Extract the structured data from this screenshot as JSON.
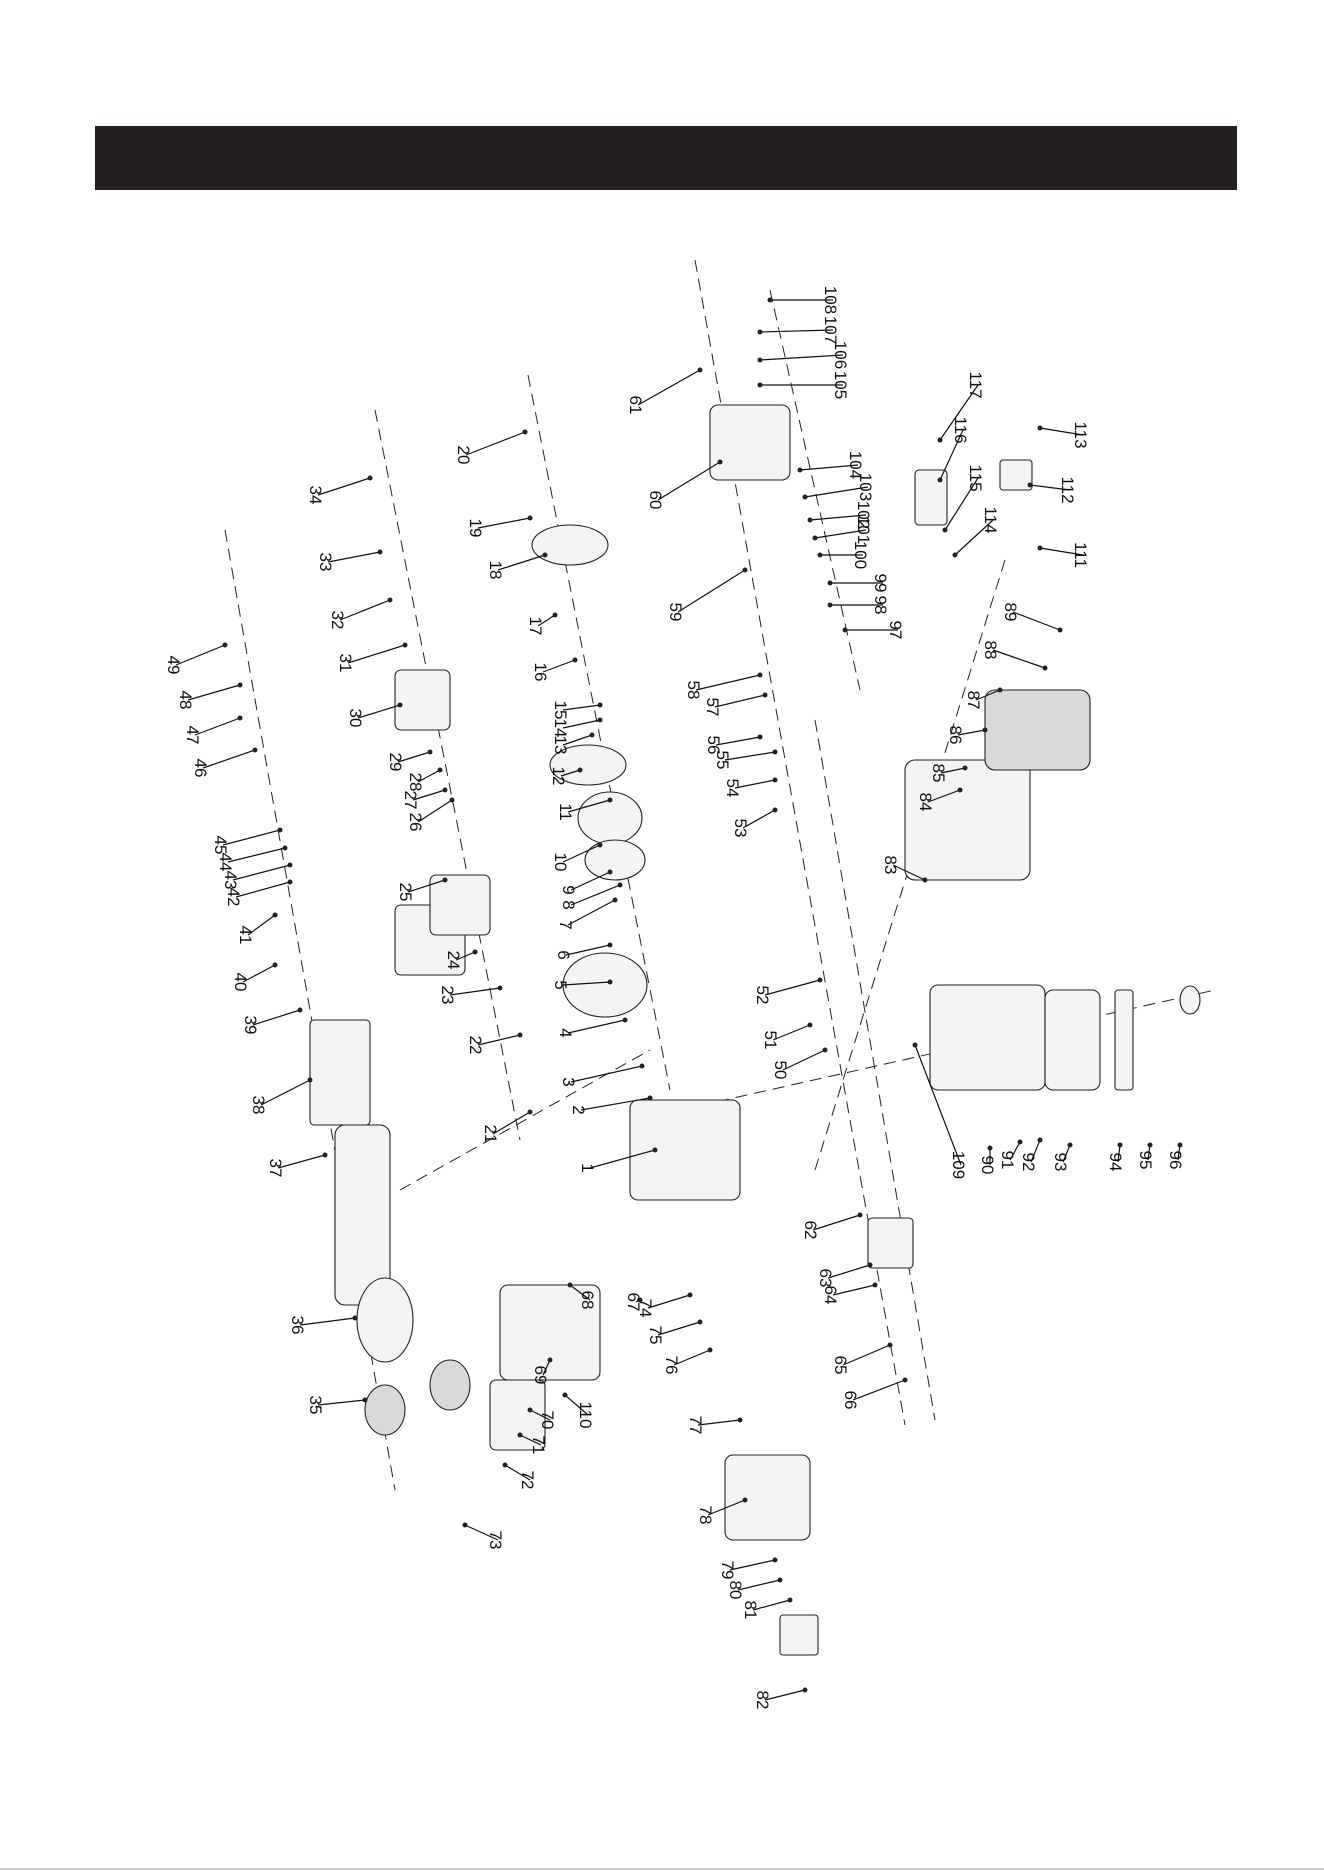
{
  "callouts": [
    "1",
    "2",
    "3",
    "4",
    "5",
    "6",
    "7",
    "8",
    "9",
    "10",
    "11",
    "12",
    "13",
    "14",
    "15",
    "16",
    "17",
    "18",
    "19",
    "20",
    "21",
    "22",
    "23",
    "24",
    "25",
    "26",
    "27",
    "28",
    "29",
    "30",
    "31",
    "32",
    "33",
    "34",
    "35",
    "36",
    "37",
    "38",
    "39",
    "40",
    "41",
    "42",
    "43",
    "44",
    "45",
    "46",
    "47",
    "48",
    "49",
    "50",
    "51",
    "52",
    "53",
    "54",
    "55",
    "56",
    "57",
    "58",
    "59",
    "60",
    "61",
    "62",
    "63",
    "64",
    "65",
    "66",
    "67",
    "68",
    "69",
    "70",
    "71",
    "72",
    "73",
    "74",
    "75",
    "76",
    "77",
    "78",
    "79",
    "80",
    "81",
    "82",
    "83",
    "84",
    "85",
    "86",
    "87",
    "88",
    "89",
    "90",
    "91",
    "92",
    "93",
    "94",
    "95",
    "96",
    "97",
    "98",
    "99",
    "100",
    "101",
    "102",
    "103",
    "104",
    "105",
    "106",
    "107",
    "108",
    "109",
    "110",
    "111",
    "112",
    "113",
    "114",
    "115",
    "116",
    "117"
  ],
  "colors": {
    "header_bar": "#231f20",
    "ink": "#111111"
  }
}
